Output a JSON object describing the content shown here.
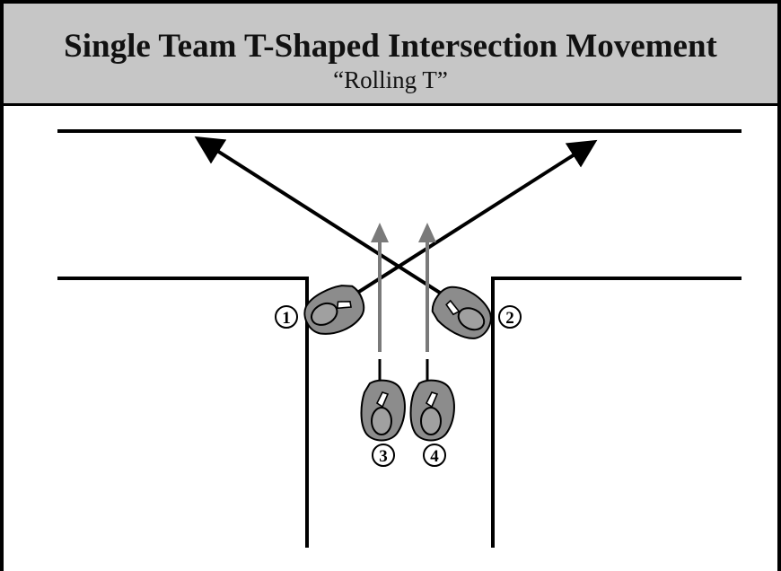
{
  "header": {
    "title": "Single Team T-Shaped Intersection Movement",
    "subtitle": "“Rolling T”"
  },
  "riders": [
    {
      "number": "1"
    },
    {
      "number": "2"
    },
    {
      "number": "3"
    },
    {
      "number": "4"
    }
  ],
  "colors": {
    "header_bg": "#c6c6c6",
    "road_line": "#000000",
    "path_diagonal": "#000000",
    "path_straight": "#7a7a7a",
    "rider_fill": "#8c8c8c"
  },
  "icons": [
    "arrow-icon",
    "motorcycle-icon"
  ]
}
